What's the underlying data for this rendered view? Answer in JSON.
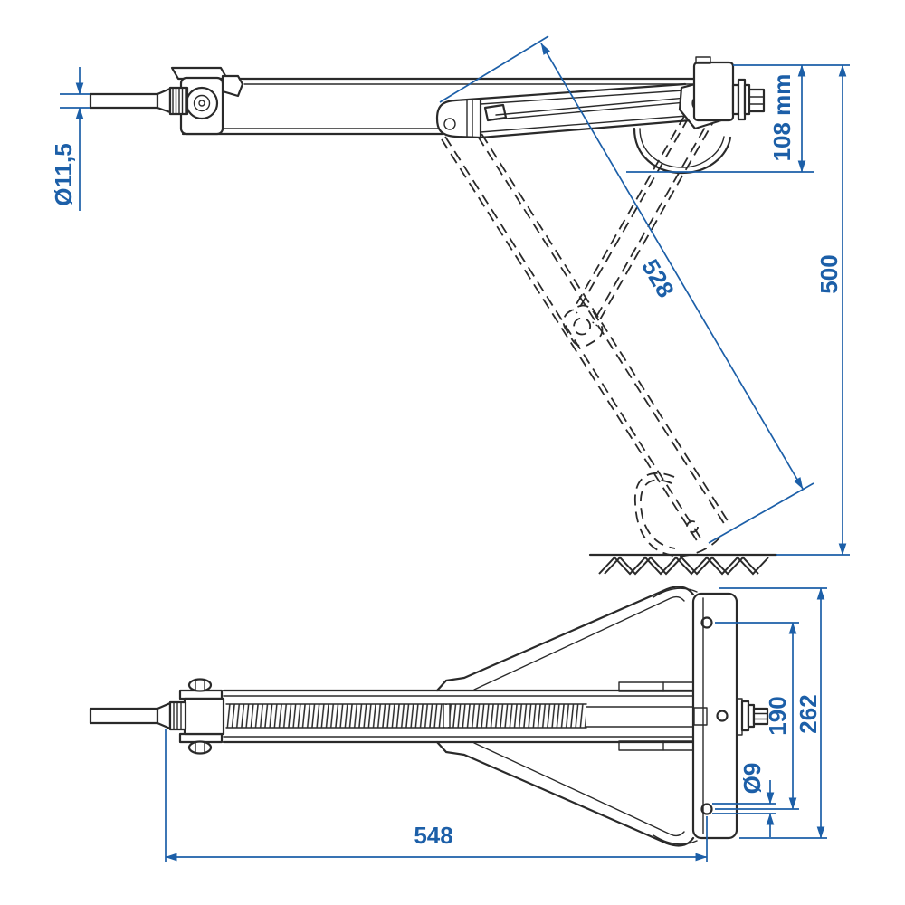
{
  "dimensions": {
    "rod_diameter": "Ø11,5",
    "gearbox_height": "108 mm",
    "leg_length": "528",
    "overall_height": "500",
    "overall_length": "548",
    "hole_spacing": "190",
    "baseplate_height": "262",
    "hole_diameter": "Ø9"
  },
  "colors": {
    "outline": "#2a2a2a",
    "dimension": "#1c5fa8",
    "background": "#ffffff"
  }
}
